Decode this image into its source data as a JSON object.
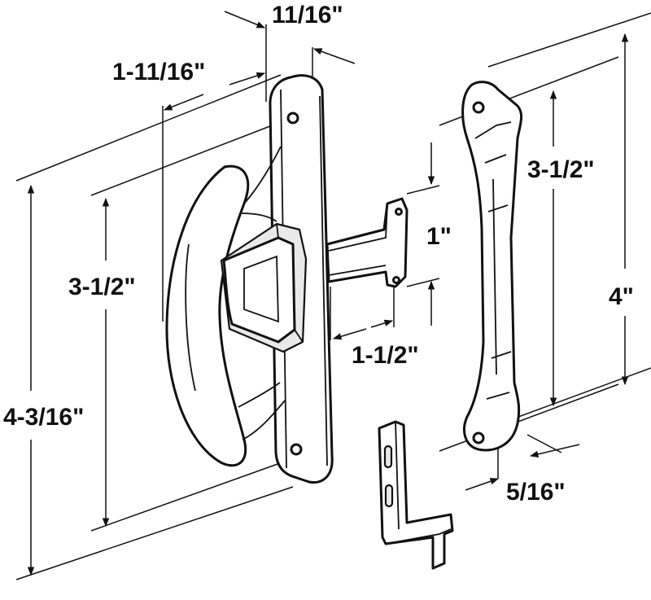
{
  "dimensions": {
    "plate_thickness": "11/16\"",
    "handle_projection": "1-11/16\"",
    "handle_hole_spacing": "3-1/2\"",
    "plate_length": "4-3/16\"",
    "hook_height": "1\"",
    "hook_projection": "1-1/2\"",
    "keeper_hole_spacing": "3-1/2\"",
    "keeper_length": "4\"",
    "keeper_width": "5/16\""
  },
  "colors": {
    "line": "#111111",
    "background": "#ffffff",
    "shade": "#e9e9e9"
  }
}
